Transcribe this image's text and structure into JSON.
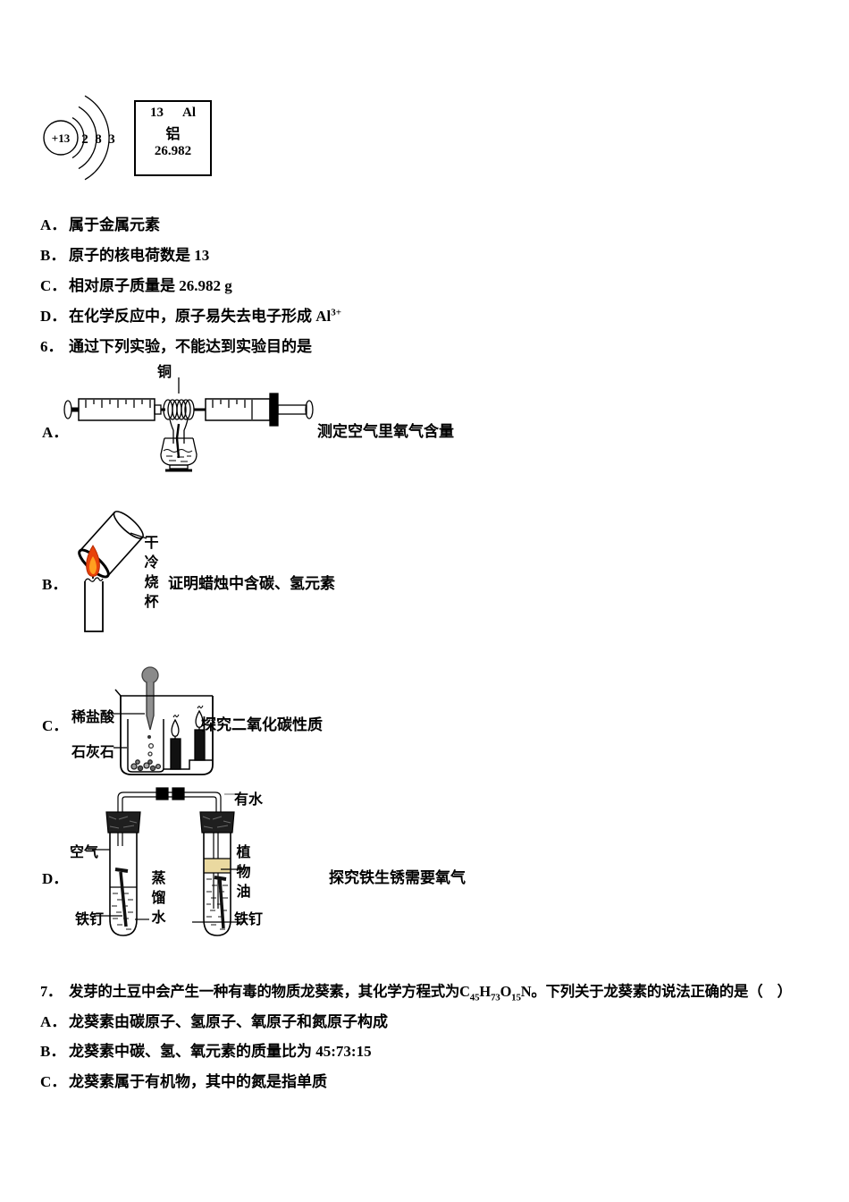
{
  "atom": {
    "nucleus": "+13",
    "shell1": "2",
    "shell2": "8",
    "shell3": "3"
  },
  "element_box": {
    "number": "13",
    "symbol": "Al",
    "name": "铝",
    "mass": "26.982"
  },
  "q5": {
    "options": [
      {
        "label": "A．",
        "text": "属于金属元素"
      },
      {
        "label": "B．",
        "text": "原子的核电荷数是 13"
      },
      {
        "label": "C．",
        "text": "相对原子质量是 26.982 g"
      },
      {
        "label": "D．",
        "text": "在化学反应中，原子易失去电子形成 Al",
        "sup": "3+"
      }
    ]
  },
  "q6": {
    "no": "6．",
    "stem": "通过下列实验，不能达到实验目的是",
    "exp_a": {
      "label": "A．",
      "caption": "测定空气里氧气含量",
      "ann_copper": "铜"
    },
    "exp_b": {
      "label": "B．",
      "caption": "证明蜡烛中含碳、氢元素",
      "ann_beaker": "干冷烧杯"
    },
    "exp_c": {
      "label": "C．",
      "caption": "探究二氧化碳性质",
      "ann_acid": "稀盐酸",
      "ann_limestone": "石灰石"
    },
    "exp_d": {
      "label": "D．",
      "caption": "探究铁生锈需要氧气",
      "ann_has_water": "有水",
      "ann_air": "空气",
      "ann_distilled_water": "蒸馏水",
      "ann_vegetable_oil": "植物油",
      "ann_nail_left": "铁钉",
      "ann_nail_right": "铁钉"
    }
  },
  "q7": {
    "no": "7．",
    "stem_pre": "发芽的土豆中会产生一种有毒的物质龙葵素，其化学方程式为",
    "formula": {
      "e1": "C",
      "s1": "45",
      "e2": "H",
      "s2": "73",
      "e3": "O",
      "s3": "15",
      "e4": "N"
    },
    "stem_post": "。下列关于龙葵素的说法正确的是（　）",
    "options": [
      {
        "label": "A．",
        "text": "龙葵素由碳原子、氢原子、氧原子和氮原子构成"
      },
      {
        "label": "B．",
        "text": "龙葵素中碳、氢、氧元素的质量比为 45:73:15"
      },
      {
        "label": "C．",
        "text": "龙葵素属于有机物，其中的氮是指单质"
      }
    ]
  },
  "colors": {
    "flame_outer": "#e8420a",
    "flame_inner": "#ffa020",
    "oil_layer": "#ead9a0",
    "dropper_bulb": "#8a8a8a",
    "stopper": "#1f1f1f"
  }
}
